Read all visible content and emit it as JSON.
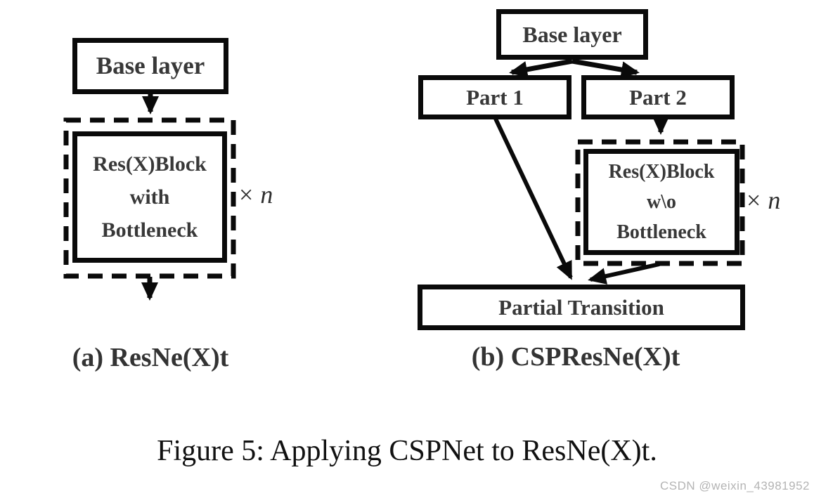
{
  "figure_caption": "Figure 5: Applying CSPNet to ResNe(X)t.",
  "watermark": "CSDN @weixin_43981952",
  "diagram_a": {
    "caption": "(a) ResNe(X)t",
    "base_layer": "Base layer",
    "block_lines": [
      "Res(X)Block",
      "with",
      "Bottleneck"
    ],
    "multiplier": {
      "symbol": "×",
      "variable": "n"
    },
    "edges": [
      "Base layer -> Res(X)Block with Bottleneck",
      "Res(X)Block with Bottleneck -> output"
    ]
  },
  "diagram_b": {
    "caption": "(b) CSPResNe(X)t",
    "base_layer": "Base layer",
    "part1": "Part 1",
    "part2": "Part 2",
    "block_lines": [
      "Res(X)Block",
      "w\\o",
      "Bottleneck"
    ],
    "multiplier": {
      "symbol": "×",
      "variable": "n"
    },
    "partial_transition": "Partial Transition",
    "edges": [
      "Base layer -> Part 1",
      "Base layer -> Part 2",
      "Part 2 -> Res(X)Block w\\o Bottleneck",
      "Part 1 -> Partial Transition",
      "Res(X)Block w\\o Bottleneck -> Partial Transition"
    ]
  },
  "colors": {
    "border": "#0a0a0a",
    "box_text": "#383838",
    "caption_text": "#333333",
    "figure_caption_text": "#111111",
    "watermark": "#b4b4b4",
    "background": "#ffffff"
  }
}
